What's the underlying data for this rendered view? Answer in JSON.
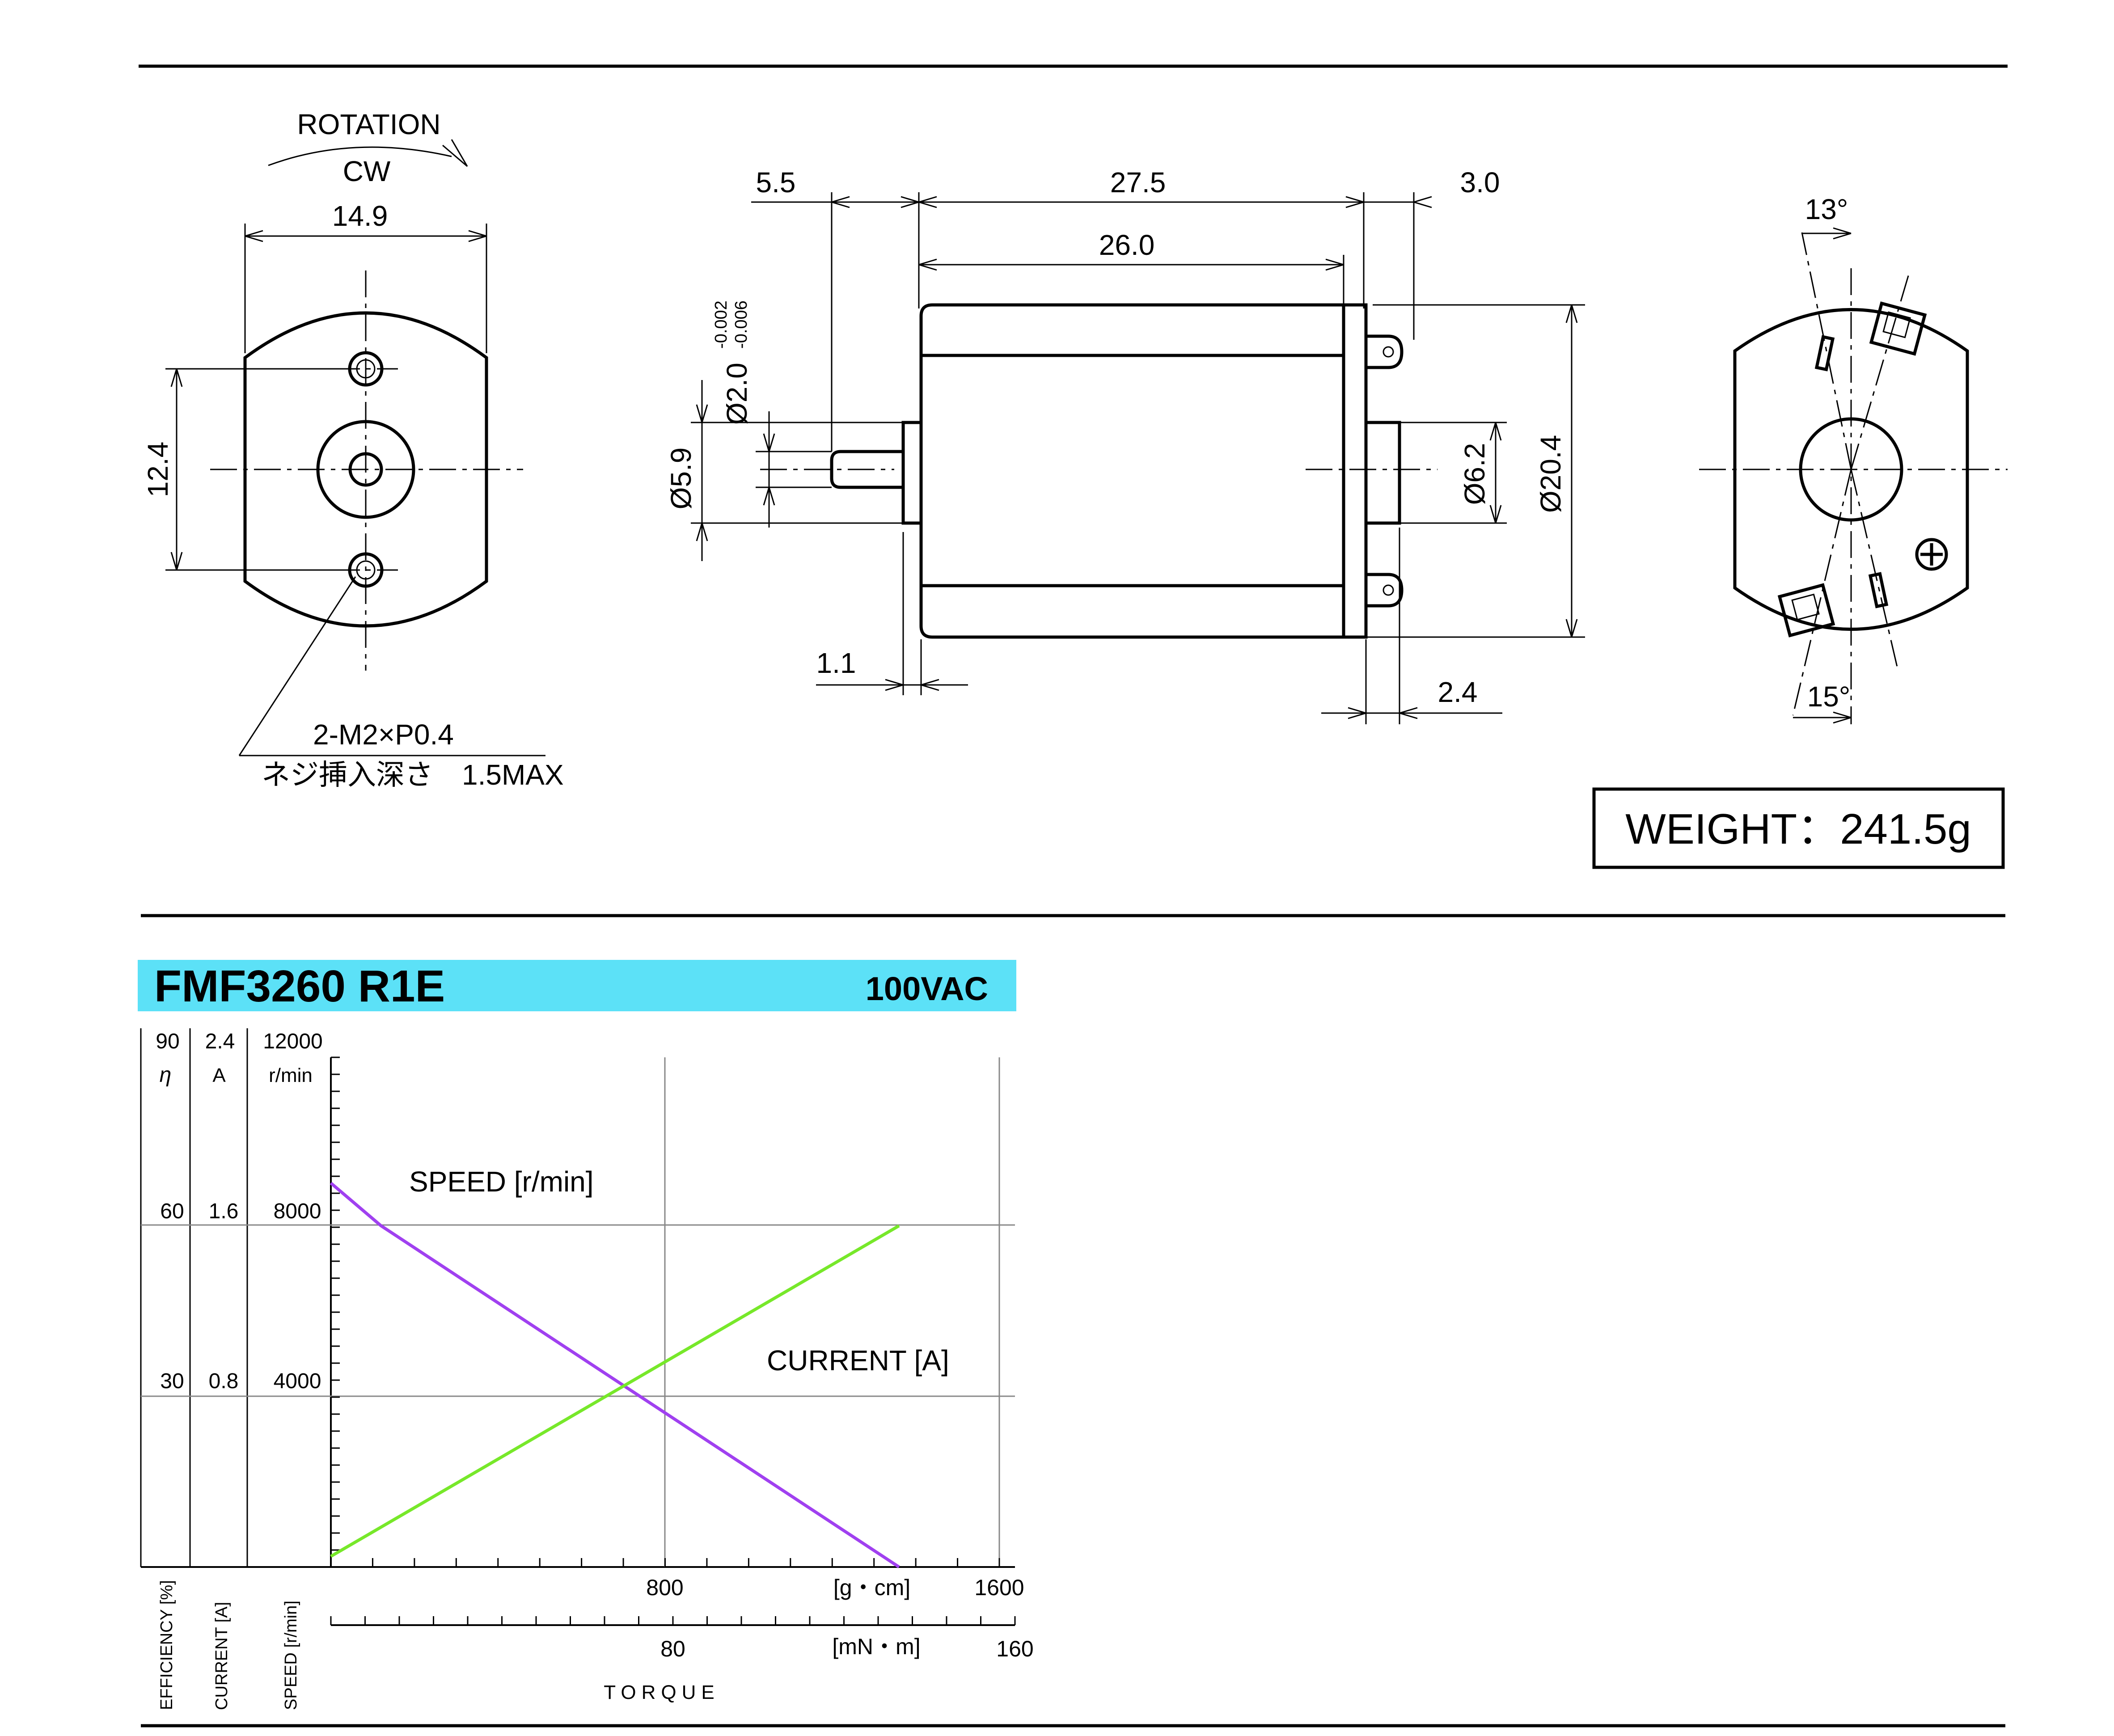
{
  "drawing": {
    "front_view": {
      "rotation_label": "ROTATION",
      "direction_label": "CW",
      "width_dim": "14.9",
      "hole_pitch_dim": "12.4",
      "thread_note_line1": "2-M2×P0.4",
      "thread_note_line2": "ネジ挿入深さ　1.5MAX"
    },
    "side_view": {
      "dim_shaft_length": "5.5",
      "dim_body_length": "27.5",
      "dim_terminal": "3.0",
      "dim_can_length": "26.0",
      "dim_shaft_dia": "Ø2.0",
      "dim_shaft_tol_upper": "-0.002",
      "dim_shaft_tol_lower": "-0.006",
      "dim_boss_dia": "Ø5.9",
      "dim_rear_boss_dia": "Ø6.2",
      "dim_body_dia": "Ø20.4",
      "dim_front_boss_len": "1.1",
      "dim_rear_boss_len": "2.4"
    },
    "rear_view": {
      "angle_top": "13°",
      "angle_bottom": "15°"
    },
    "weight_label": "WEIGHT：241.5g"
  },
  "chart_header": {
    "model": "FMF3260 R1E",
    "voltage": "100VAC",
    "header_color": "#5ce1f7"
  },
  "colors": {
    "efficiency": "#2a5bd7",
    "current": "#77e82a",
    "speed": "#a040f0"
  },
  "axes": {
    "eff_unit": "η",
    "current_unit": "A",
    "speed_unit": "r/min",
    "eff_ticks": [
      "90",
      "60",
      "30"
    ],
    "current_ticks": [
      "2.4",
      "1.6",
      "0.8"
    ],
    "speed_ticks": [
      "12000",
      "8000",
      "4000"
    ],
    "torque_gcm_ticks": [
      "800",
      "1600"
    ],
    "torque_gcm_unit": "[g・cm]",
    "torque_mnm_ticks": [
      "80",
      "160"
    ],
    "torque_mnm_unit": "[mN・m]",
    "xlabel": "TORQUE",
    "eff_axis_title": "EFFICIENCY [%]",
    "current_axis_title": "CURRENT [A]",
    "speed_axis_title": "SPEED [r/min]"
  },
  "chart_data": {
    "type": "line",
    "xlabel": "TORQUE",
    "x_unit": "g・cm",
    "xlim": [
      0,
      1600
    ],
    "series": [
      {
        "name": "SPEED [r/min]",
        "axis": "r/min",
        "ylim": [
          0,
          12000
        ],
        "x": [
          0,
          120,
          1360
        ],
        "values": [
          9000,
          8000,
          0
        ]
      },
      {
        "name": "CURRENT [A]",
        "axis": "A",
        "ylim": [
          0,
          2.4
        ],
        "x": [
          0,
          1360
        ],
        "values": [
          0.05,
          1.6
        ]
      }
    ]
  }
}
